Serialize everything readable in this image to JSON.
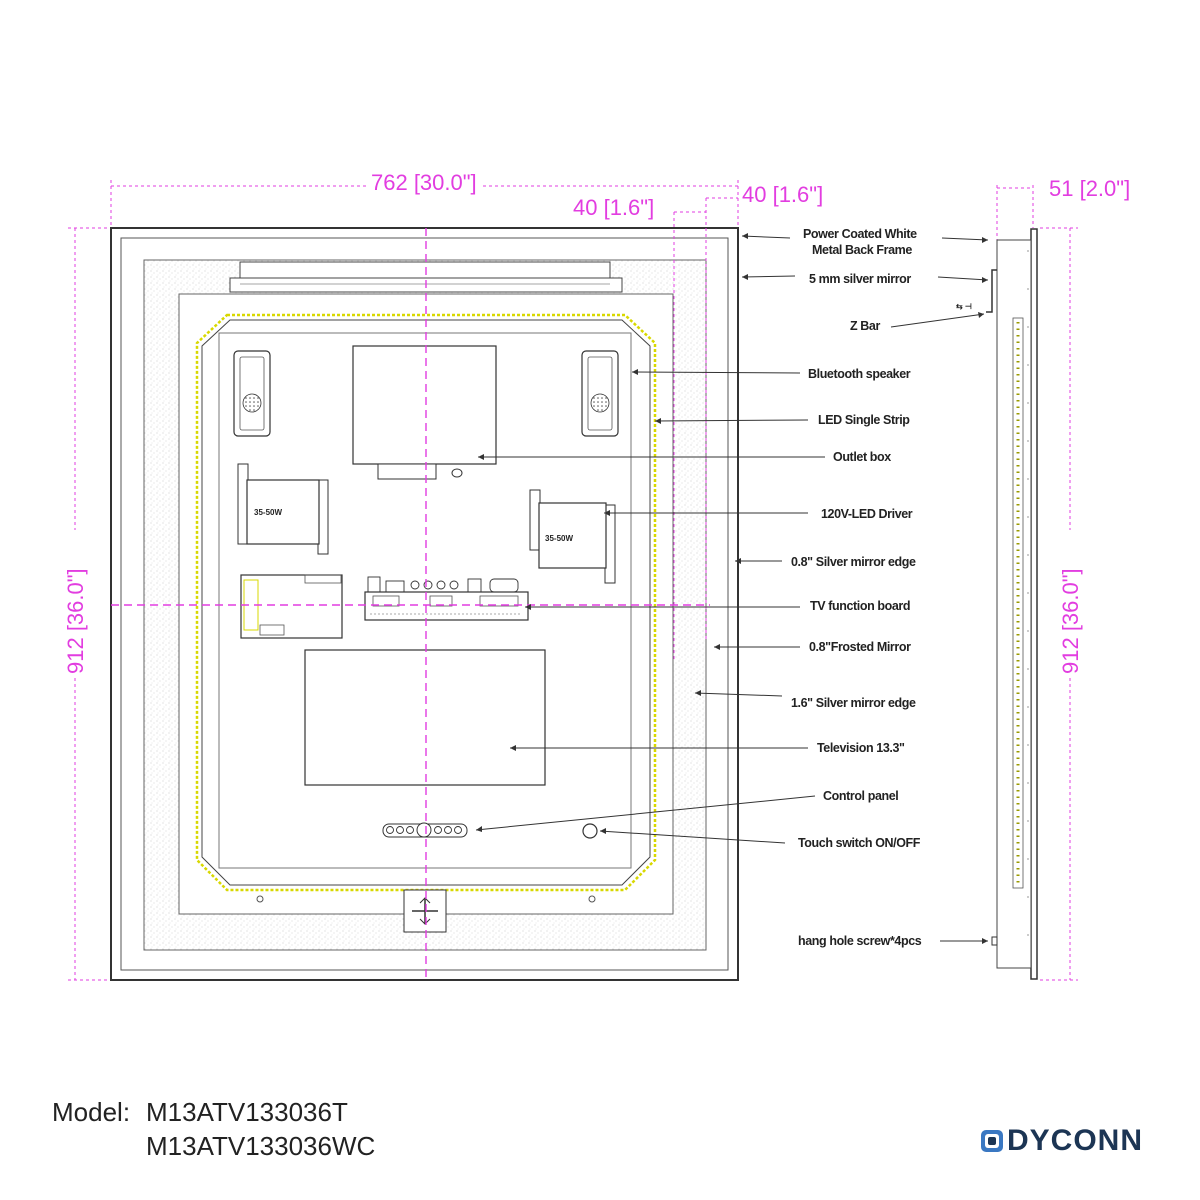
{
  "colors": {
    "dimension": "#e23de0",
    "led_strip": "#d8d800",
    "line": "#333333",
    "brand": "#1c3554",
    "brand_accent": "#3a78c2"
  },
  "dimensions": {
    "overall_width": "762 [30.0\"]",
    "top_border": "40 [1.6\"]",
    "side_border": "40 [1.6\"]",
    "depth": "51 [2.0\"]",
    "height_front": "912 [36.0\"]",
    "height_side": "912 [36.0\"]"
  },
  "callouts": {
    "back_frame_line1": "Power Coated White",
    "back_frame_line2": "Metal Back Frame",
    "silver_mirror": "5 mm silver mirror",
    "z_bar": "Z Bar",
    "bluetooth_speaker": "Bluetooth speaker",
    "led_strip": "LED Single Strip",
    "outlet_box": "Outlet box",
    "led_driver": "120V-LED Driver",
    "silver_edge_08": "0.8\" Silver mirror edge",
    "tv_board": "TV function board",
    "frosted_mirror": "0.8\"Frosted Mirror",
    "silver_edge_16": "1.6\" Silver mirror edge",
    "television": "Television 13.3\"",
    "control_panel": "Control panel",
    "touch_switch": "Touch switch ON/OFF",
    "hang_hole": "hang hole screw*4pcs"
  },
  "driver_rating": "35-50W",
  "model": {
    "label": "Model:",
    "numbers": [
      "M13ATV133036T",
      "M13ATV133036WC"
    ]
  },
  "brand": {
    "name": "DYCONN",
    "icon": "dyconn-logo-icon"
  }
}
